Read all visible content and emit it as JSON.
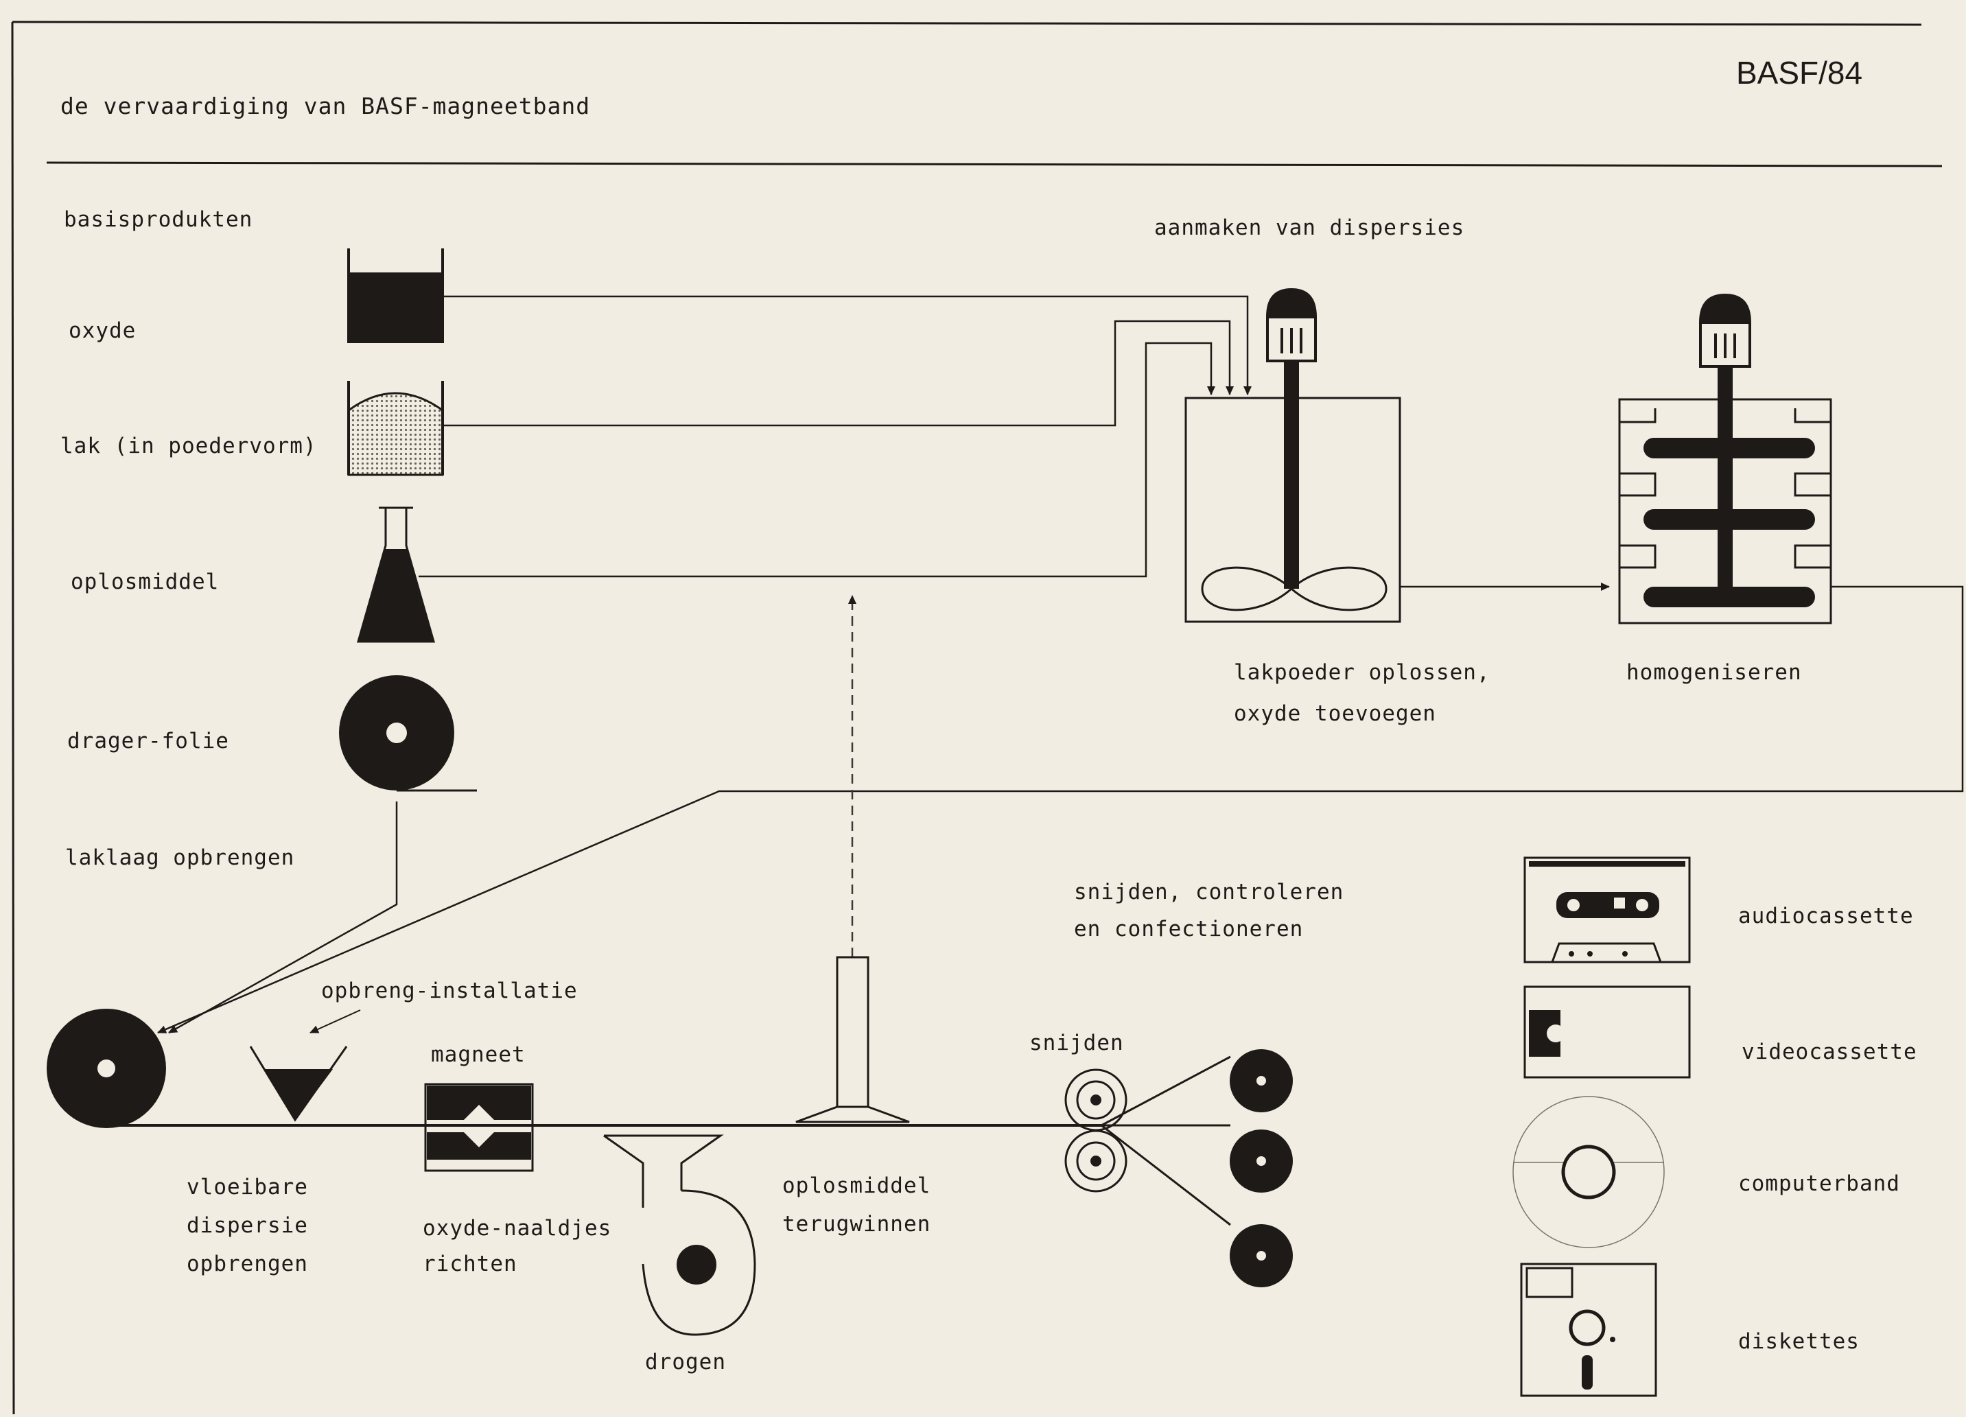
{
  "header": {
    "title": "de vervaardiging van BASF-magneetband",
    "code": "BASF/84"
  },
  "labels": {
    "basisprodukten": "basisprodukten",
    "oxyde": "oxyde",
    "lak": "lak (in poedervorm)",
    "oplosmiddel": "oplosmiddel",
    "drager": "drager-folie",
    "laklaag": "laklaag opbrengen",
    "aanmaken": "aanmaken van dispersies",
    "lakpoeder_1": "lakpoeder oplossen,",
    "lakpoeder_2": "oxyde toevoegen",
    "homogeniseren": "homogeniseren",
    "opbreng": "opbreng-installatie",
    "magneet": "magneet",
    "vloeibare_1": "vloeibare",
    "vloeibare_2": "dispersie",
    "vloeibare_3": "opbrengen",
    "oxyde_naald_1": "oxyde-naaldjes",
    "oxyde_naald_2": "richten",
    "drogen": "drogen",
    "terug_1": "oplosmiddel",
    "terug_2": "terugwinnen",
    "snijden_ctrl_1": "snijden, controleren",
    "snijden_ctrl_2": "en confectioneren",
    "snijden": "snijden"
  },
  "products": [
    "audiocassette",
    "videocassette",
    "computerband",
    "diskettes"
  ],
  "colors": {
    "paper": "#f1ede3",
    "ink": "#1e1a18",
    "dotted_fill": "#b8b2a6",
    "dashed_line": "#3a3a3a"
  }
}
